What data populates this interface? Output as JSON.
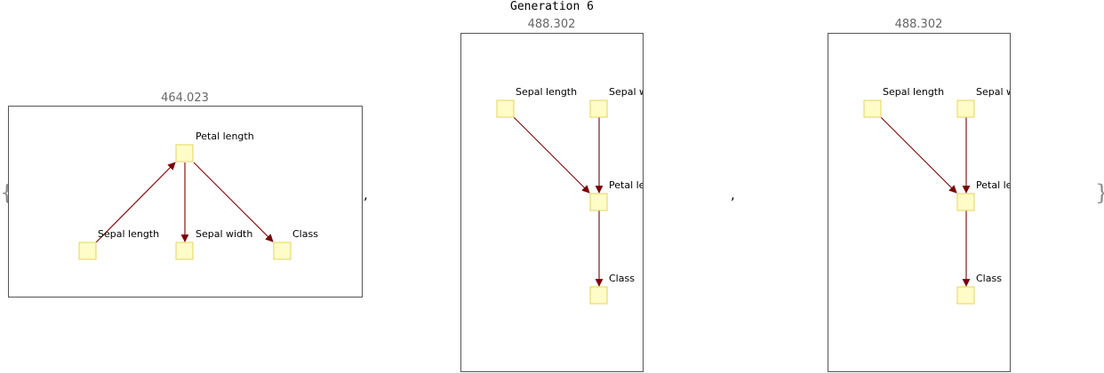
{
  "title": "Generation 6",
  "brace_open": "{",
  "brace_close": "}",
  "separator": ",",
  "graphs": [
    {
      "score": "464.023",
      "nodes": [
        "Petal length",
        "Sepal length",
        "Sepal width",
        "Class"
      ],
      "edges": [
        [
          "Sepal length",
          "Petal length"
        ],
        [
          "Petal length",
          "Sepal width"
        ],
        [
          "Petal length",
          "Class"
        ]
      ]
    },
    {
      "score": "488.302",
      "nodes": [
        "Sepal length",
        "Sepal width",
        "Petal length",
        "Class"
      ],
      "edges": [
        [
          "Sepal length",
          "Petal length"
        ],
        [
          "Sepal width",
          "Petal length"
        ],
        [
          "Petal length",
          "Class"
        ]
      ]
    },
    {
      "score": "488.302",
      "nodes": [
        "Sepal length",
        "Sepal width",
        "Petal length",
        "Class"
      ],
      "edges": [
        [
          "Sepal length",
          "Petal length"
        ],
        [
          "Sepal width",
          "Petal length"
        ],
        [
          "Petal length",
          "Class"
        ]
      ]
    }
  ],
  "colors": {
    "node_fill": "#fffcc8",
    "node_stroke": "#e6d35a",
    "edge": "#7a0000",
    "frame": "#555555",
    "score_text": "#666666"
  }
}
